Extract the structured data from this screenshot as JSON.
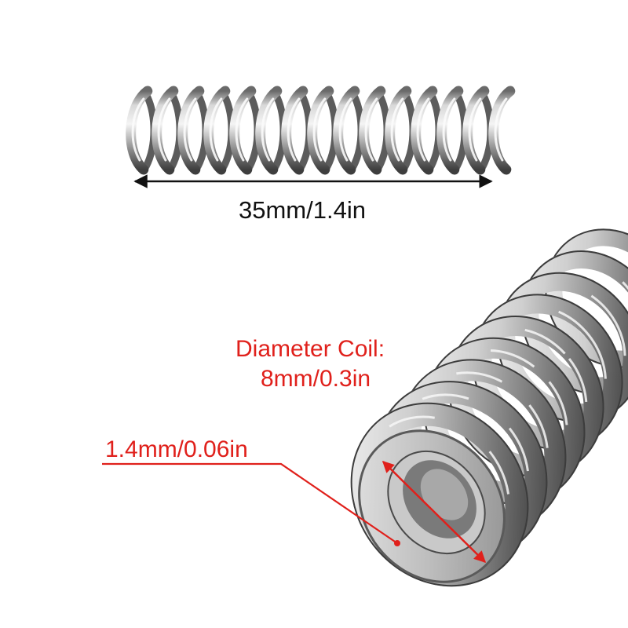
{
  "dimensions": {
    "length": "35mm/1.4in",
    "coil_diameter_title": "Diameter Coil:",
    "coil_diameter_value": "8mm/0.3in",
    "wire_diameter": "1.4mm/0.06in"
  },
  "colors": {
    "annotation_red": "#e0201b",
    "text_black": "#111111",
    "steel_light": "#eeeeee",
    "steel_mid": "#a4a4a4",
    "steel_dark": "#4a4a4a"
  }
}
